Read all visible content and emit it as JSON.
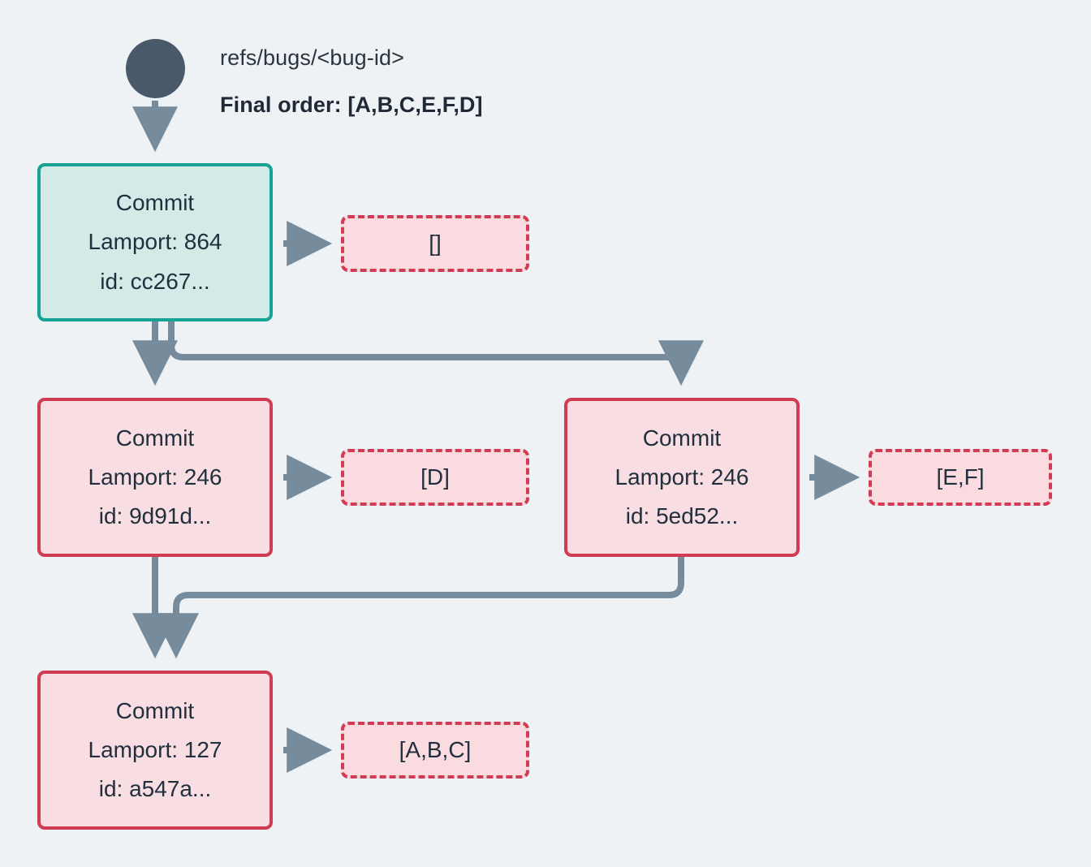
{
  "diagram": {
    "title": "refs/bugs/<bug-id>",
    "final_order": "Final order: [A,B,C,E,F,D]",
    "background_color": "#eef2f5",
    "edge_color": "#768b9c",
    "root_color": "#49596a",
    "teal_border": "#17a295",
    "teal_fill": "#d2ebe7",
    "pink_border": "#d23b54",
    "pink_fill": "#f8dde2"
  },
  "nodes": [
    {
      "id": "cc267",
      "type": "commit",
      "style": "teal",
      "label": "Commit",
      "lamport": "Lamport: 864",
      "commit_id": "id: cc267..."
    },
    {
      "id": "9d91d",
      "type": "commit",
      "style": "pink",
      "label": "Commit",
      "lamport": "Lamport: 246",
      "commit_id": "id: 9d91d..."
    },
    {
      "id": "5ed52",
      "type": "commit",
      "style": "pink",
      "label": "Commit",
      "lamport": "Lamport: 246",
      "commit_id": "id: 5ed52..."
    },
    {
      "id": "a547a",
      "type": "commit",
      "style": "pink",
      "label": "Commit",
      "lamport": "Lamport: 127",
      "commit_id": "id: a547a..."
    }
  ],
  "ops": [
    {
      "for": "cc267",
      "value": "[]"
    },
    {
      "for": "9d91d",
      "value": "[D]"
    },
    {
      "for": "5ed52",
      "value": "[E,F]"
    },
    {
      "for": "a547a",
      "value": "[A,B,C]"
    }
  ]
}
